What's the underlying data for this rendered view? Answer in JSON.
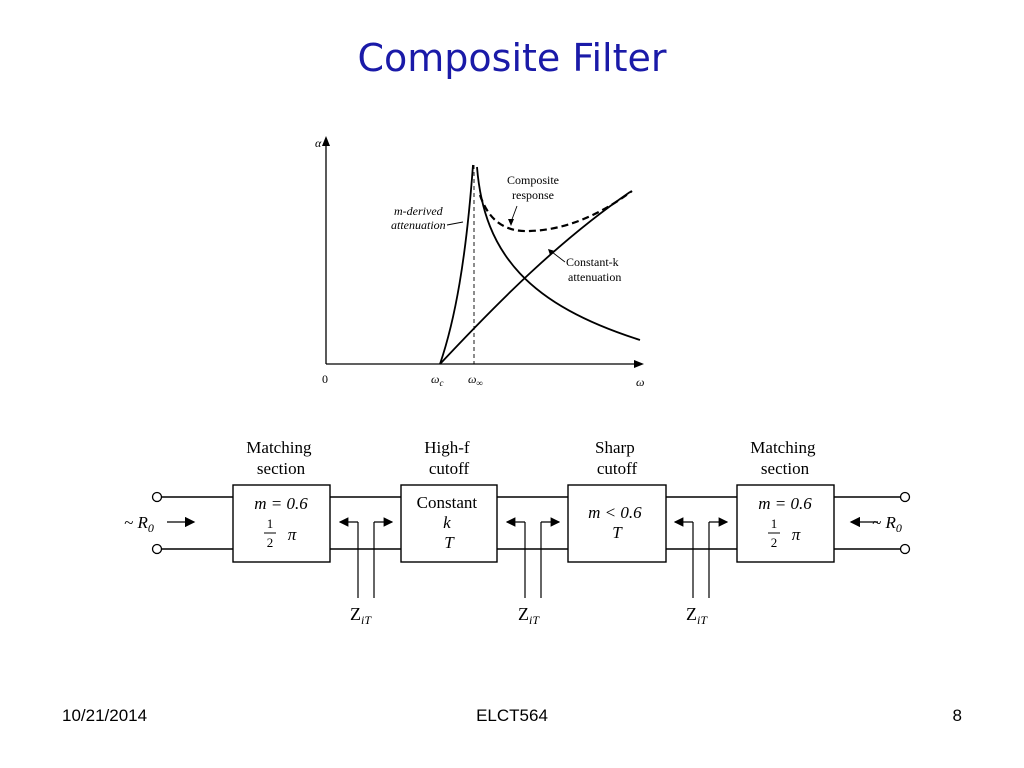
{
  "slide": {
    "title": "Composite Filter",
    "footer_date": "10/21/2014",
    "footer_course": "ELCT564",
    "footer_page": "8"
  },
  "graph": {
    "y_axis_label": "α",
    "x_axis_label": "ω",
    "origin_label": "0",
    "omega_c_label": "ω",
    "omega_c_sub": "c",
    "omega_inf_label": "ω",
    "omega_inf_sub": "∞",
    "m_derived_line1": "m-derived",
    "m_derived_line2": "attenuation",
    "composite_line1": "Composite",
    "composite_line2": "response",
    "constk_line1": "Constant-k",
    "constk_line2": "attenuation"
  },
  "block_diagram": {
    "left_port": "~ R",
    "left_port_sub": "0",
    "right_port": "~ R",
    "right_port_sub": "0",
    "blocks": [
      {
        "header1": "Matching",
        "header2": "section",
        "line1": "m = 0.6",
        "frac_num": "1",
        "frac_den": "2",
        "frac_sym": "π"
      },
      {
        "header1": "High-f",
        "header2": "cutoff",
        "line1": "Constant",
        "line2": "k",
        "line3": "T"
      },
      {
        "header1": "Sharp",
        "header2": "cutoff",
        "line1": "m < 0.6",
        "line2": "T"
      },
      {
        "header1": "Matching",
        "header2": "section",
        "line1": "m = 0.6",
        "frac_num": "1",
        "frac_den": "2",
        "frac_sym": "π"
      }
    ],
    "impedance_label": "Z",
    "impedance_sub": "iT"
  }
}
